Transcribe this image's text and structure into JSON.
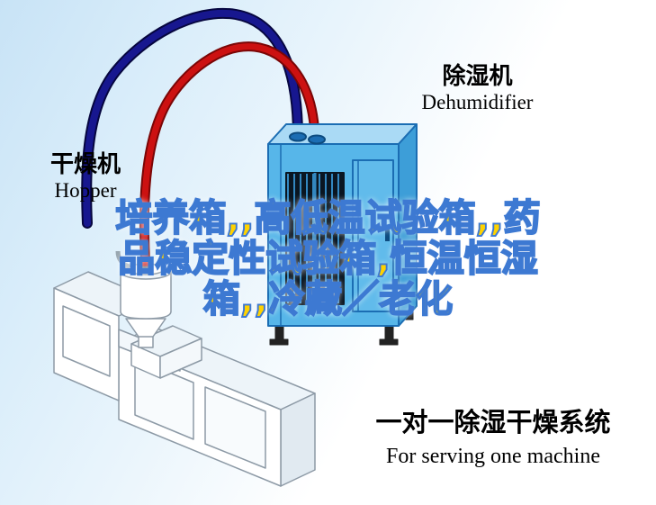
{
  "scene": {
    "background": {
      "sky_color": "#c8e3f6",
      "fade_color": "#ffffff"
    }
  },
  "labels": {
    "dehumidifier_zh": "除湿机",
    "dehumidifier_en": "Dehumidifier",
    "hopper_zh": "干燥机",
    "hopper_en": "Hopper"
  },
  "headline": {
    "lines": [
      "培养箱,,高低温试验箱,,药",
      "品稳定性试验箱,恒温恒湿",
      "箱,,冷藏／老化"
    ],
    "fill_color": "#ffd200",
    "outline_color": "#3d79d2"
  },
  "caption": {
    "zh": "一对一除湿干燥系统",
    "en": "For serving one machine"
  },
  "diagram": {
    "dehumidifier_unit": {
      "front_color": "#57b6e9",
      "top_color": "#aadaf5",
      "side_color": "#3d9ed8",
      "outline_color": "#1b6db3",
      "vent_dark": "#0a1622",
      "vent_slat": "#3387c0"
    },
    "pipes": [
      {
        "name": "return-air-pipe",
        "color": "#17178f"
      },
      {
        "name": "dry-air-pipe",
        "color": "#cc1111"
      }
    ],
    "machine_outline_color": "#8d9aa6"
  }
}
